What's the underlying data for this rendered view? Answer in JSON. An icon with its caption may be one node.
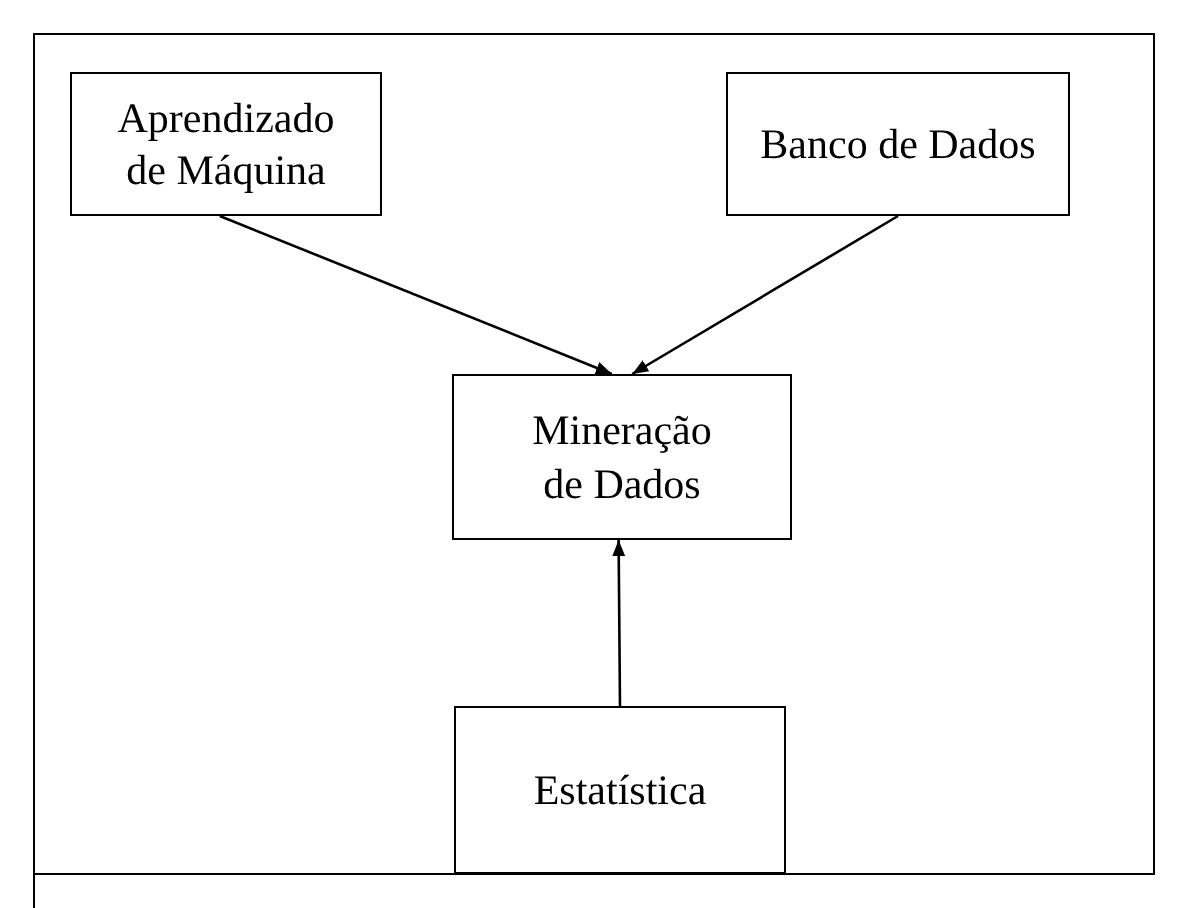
{
  "diagram": {
    "nodes": [
      {
        "text": [
          "Aprendizado de Máquina"
        ]
      },
      {
        "text": [
          "Banco de Dados"
        ]
      },
      {
        "text": [
          "Mineração de Dados"
        ]
      },
      {
        "text": [
          "Estatística"
        ]
      }
    ],
    "edges": [
      {
        "from": 0,
        "to": 2,
        "arrow": "to"
      },
      {
        "from": 1,
        "to": 2,
        "arrow": "to"
      },
      {
        "from": 3,
        "to": 2,
        "arrow": "to"
      }
    ]
  }
}
